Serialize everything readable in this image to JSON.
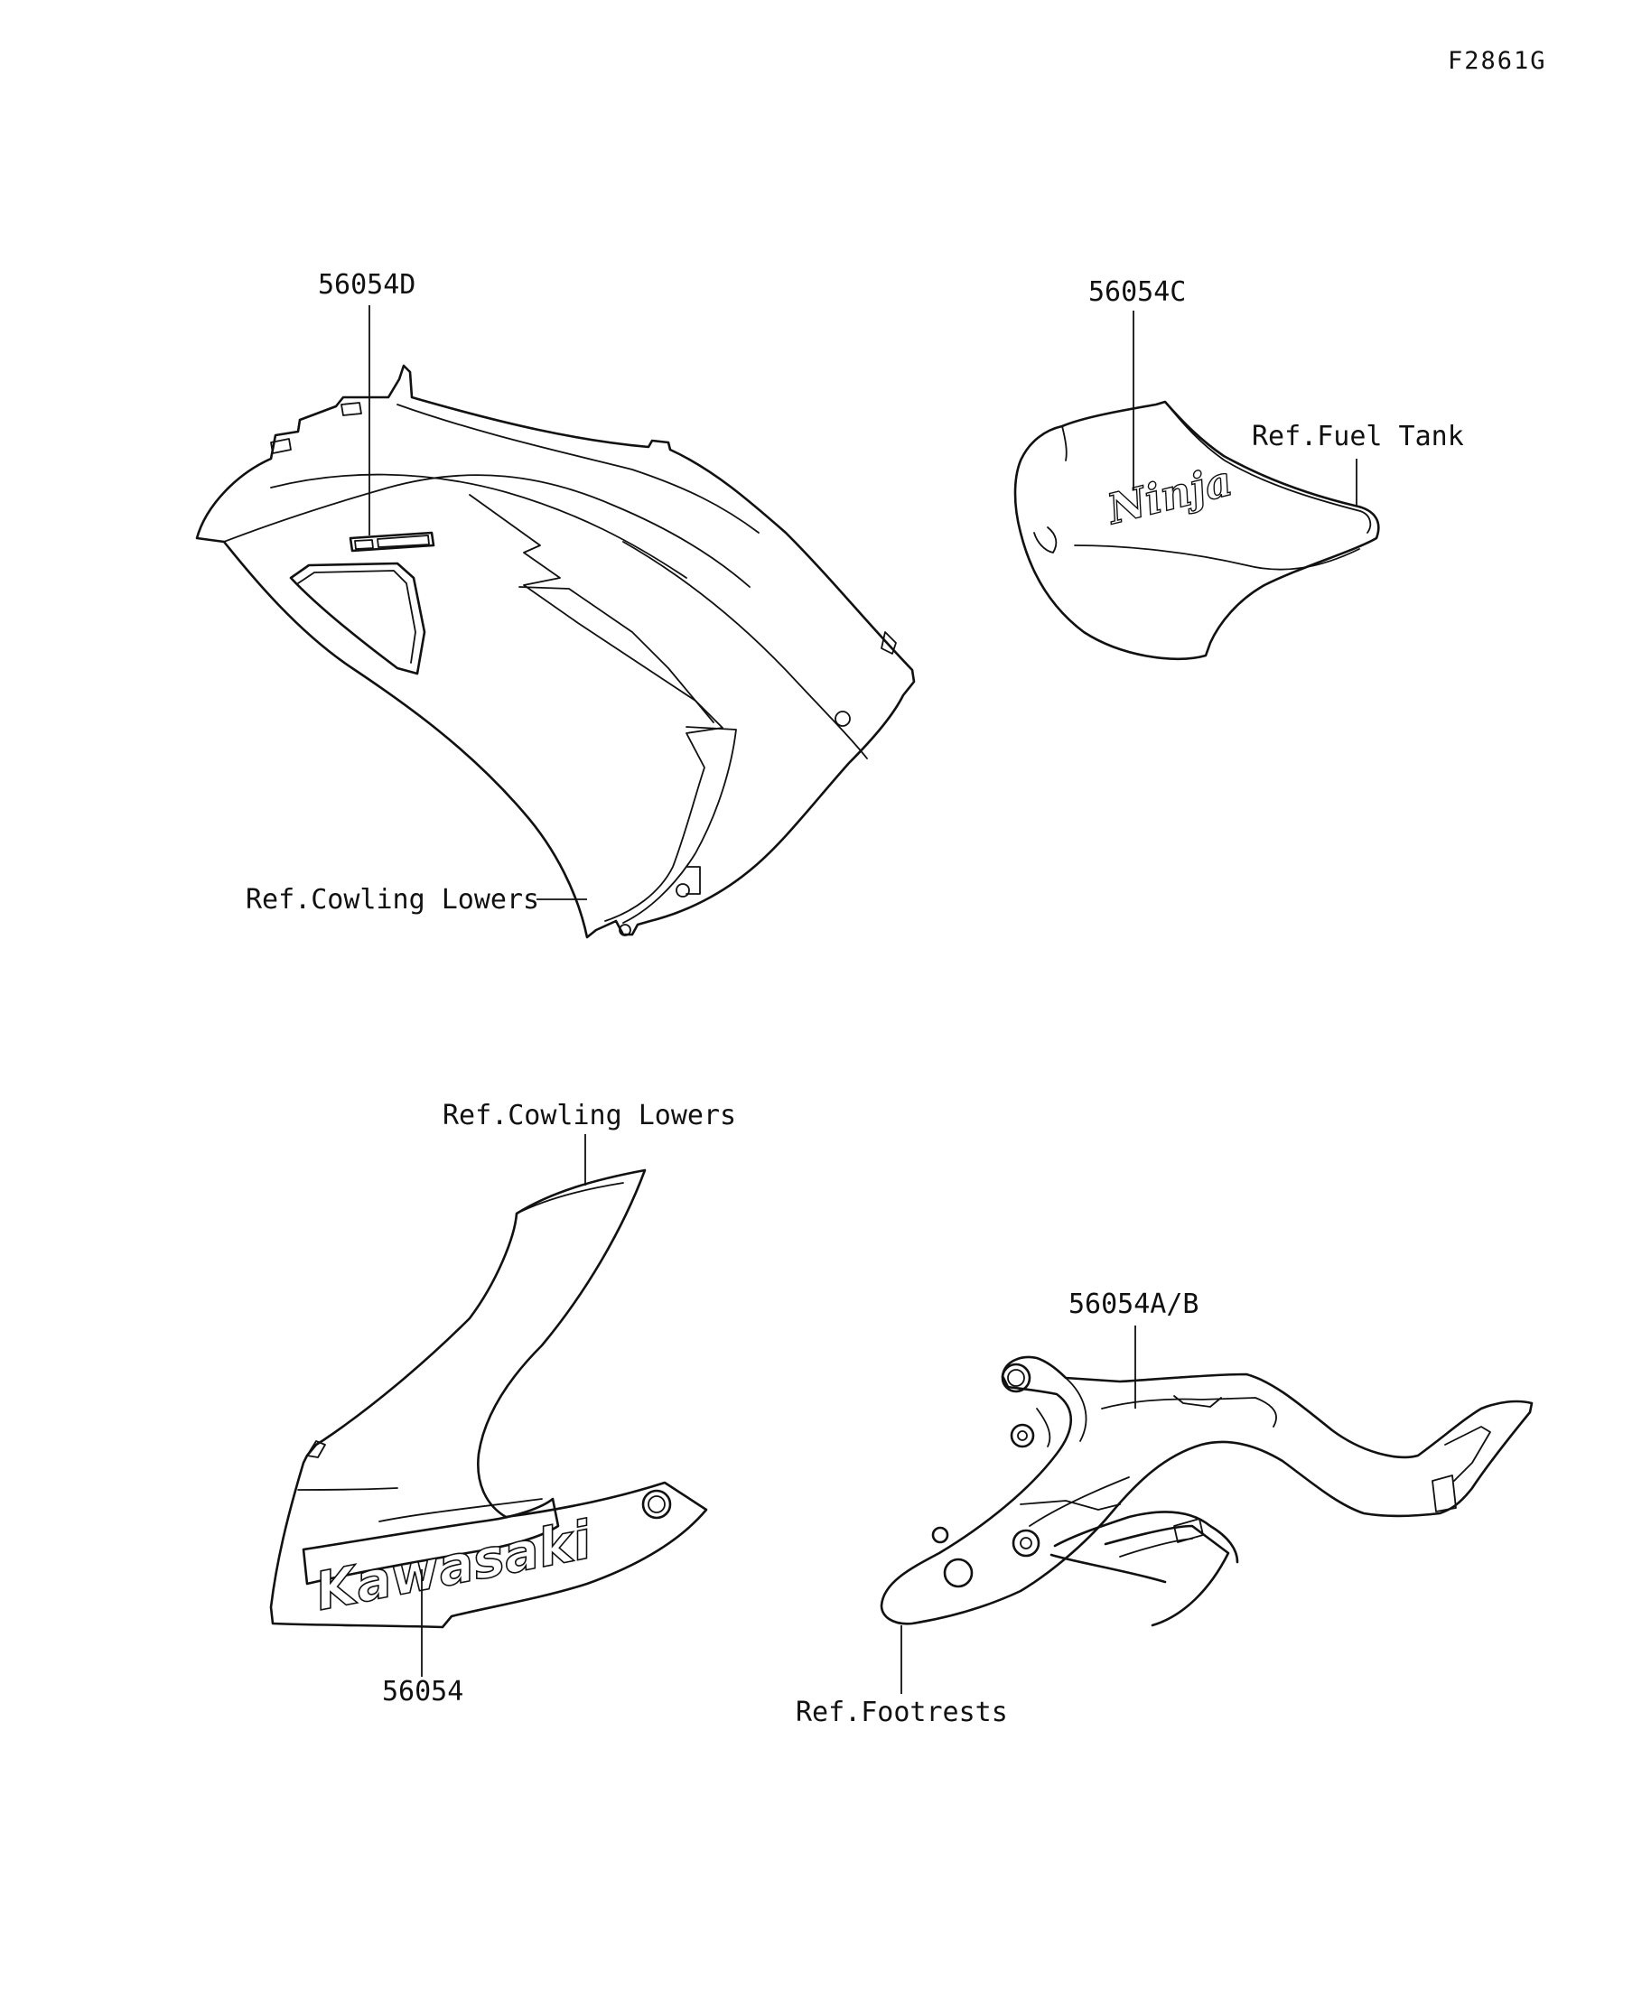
{
  "figure_code": "F2861G",
  "labels": {
    "part_upper_cowl_mark": "56054D",
    "part_tank_mark": "56054C",
    "part_lower_cowl_mark": "56054",
    "part_frame_mark": "56054A/B",
    "ref_cowling_lowers_upper": "Ref.Cowling Lowers",
    "ref_fuel_tank": "Ref.Fuel Tank",
    "ref_cowling_lowers_lower": "Ref.Cowling Lowers",
    "ref_footrests": "Ref.Footrests"
  },
  "decals": {
    "kawasaki": "Kawasaki",
    "ninja": "Ninja"
  },
  "colors": {
    "line": "#111111",
    "background": "#ffffff"
  }
}
